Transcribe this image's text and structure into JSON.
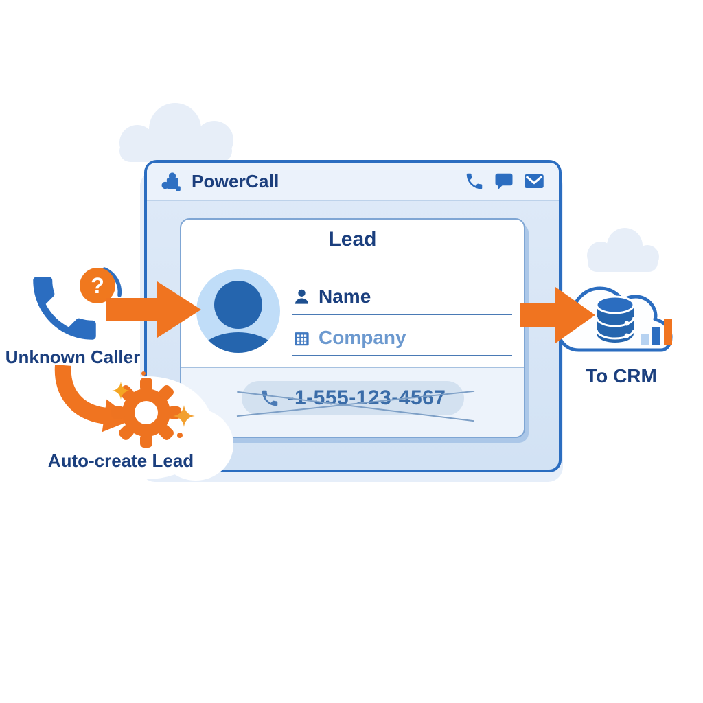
{
  "colors": {
    "accent_orange": "#F07420",
    "primary_blue": "#2B6DC0",
    "navy_text": "#1B3F7E",
    "window_bg": "#DBE8F7",
    "muted_company_text": "#6C99CF"
  },
  "window": {
    "title": "PowerCall",
    "header_icons": [
      "puzzle-icon",
      "phone-icon",
      "chat-icon",
      "mail-icon"
    ]
  },
  "lead_card": {
    "title": "Lead",
    "name_label": "Name",
    "company_label": "Company",
    "phone_number": "-1-555-123-4567"
  },
  "flow": {
    "unknown_caller_badge": "?",
    "unknown_caller_label": "Unknown Caller",
    "auto_create_label": "Auto-create Lead",
    "to_crm_label": "To CRM"
  }
}
